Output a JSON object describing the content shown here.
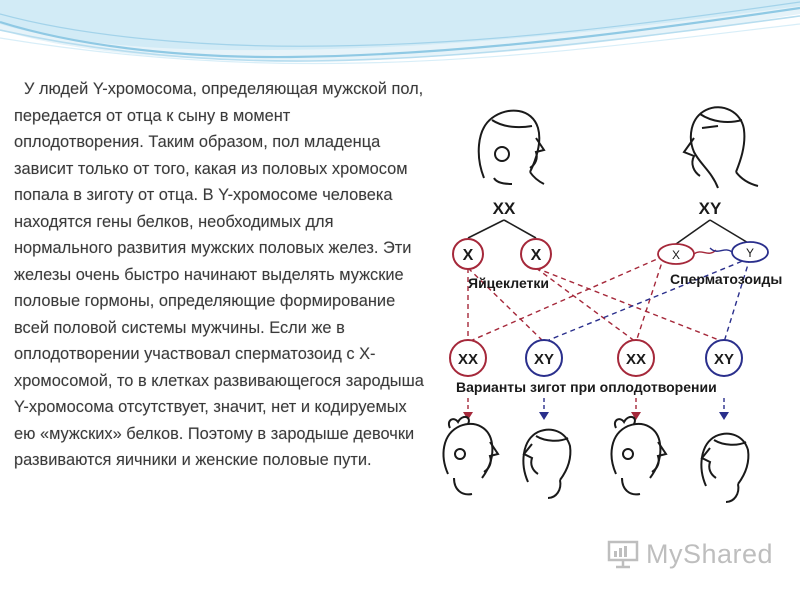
{
  "slide": {
    "paragraph": "У людей Y-хромосома, определяющая мужской пол, передается от отца к сыну в момент оплодотворения. Таким образом, пол младенца зависит только от того, какая из половых хромосом попала в зиготу от отца. В Y-хромосоме человека находятся гены белков, необходимых для нормального развития мужских половых желез. Эти железы очень быстро начинают выделять мужские половые гормоны, определяющие формирование всей половой системы мужчины. Если же в оплодотворении участвовал сперматозоид с X-хромосомой, то в клетках развивающегося зародыша Y-хромосома отсутствует, значит, нет и кодируемых ею «мужских» белков. Поэтому в зародыше девочки развиваются яичники и женские половые пути."
  },
  "diagram": {
    "mother_genotype": "XX",
    "father_genotype": "XY",
    "eggs": [
      "X",
      "X"
    ],
    "sperm": [
      "X",
      "Y"
    ],
    "eggs_label": "Яйцеклетки",
    "sperm_label": "Сперматозоиды",
    "zygotes": [
      "XX",
      "XY",
      "XX",
      "XY"
    ],
    "zygotes_caption": "Варианты зигот при оплодотворении",
    "colors": {
      "maternal_line": "#a5283a",
      "paternal_line": "#2a2f8c",
      "frame_line": "#1f1f1f"
    }
  },
  "watermark": {
    "text": "MyShared"
  },
  "colors": {
    "background": "#ffffff",
    "wave_light": "#d7edf7",
    "wave_mid": "#9fd0e8",
    "wave_dark": "#6fb5d8",
    "text": "#3a3a3a"
  }
}
